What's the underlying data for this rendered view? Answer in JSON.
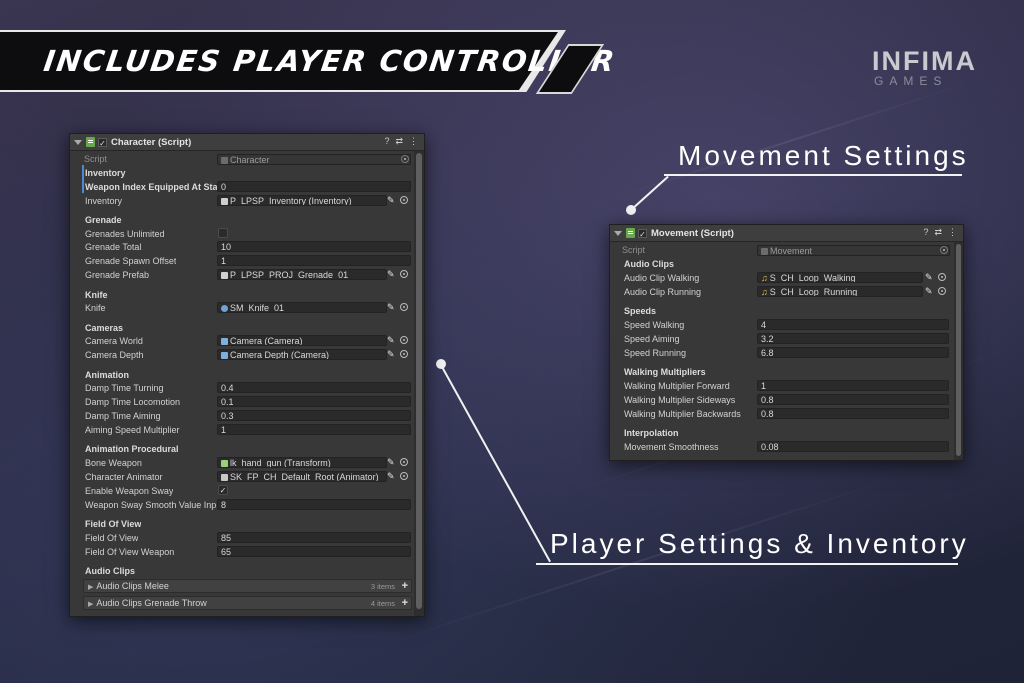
{
  "banner": {
    "title": "INCLUDES PLAYER CONTROLLER"
  },
  "logo": {
    "name": "INFIMA",
    "sub": "GAMES"
  },
  "callouts": {
    "movement": "Movement Settings",
    "player": "Player Settings & Inventory"
  },
  "character": {
    "title": "Character (Script)",
    "script_label": "Script",
    "script_value": "Character",
    "inventory": {
      "header": "Inventory",
      "weapon_index_label": "Weapon Index Equipped At Start",
      "weapon_index_value": "0",
      "inventory_label": "Inventory",
      "inventory_value": "P_LPSP_Inventory (Inventory)"
    },
    "grenade": {
      "header": "Grenade",
      "unlimited_label": "Grenades Unlimited",
      "total_label": "Grenade Total",
      "total_value": "10",
      "spawn_label": "Grenade Spawn Offset",
      "spawn_value": "1",
      "prefab_label": "Grenade Prefab",
      "prefab_value": "P_LPSP_PROJ_Grenade_01"
    },
    "knife": {
      "header": "Knife",
      "knife_label": "Knife",
      "knife_value": "SM_Knife_01"
    },
    "cameras": {
      "header": "Cameras",
      "world_label": "Camera World",
      "world_value": "Camera (Camera)",
      "depth_label": "Camera Depth",
      "depth_value": "Camera Depth (Camera)"
    },
    "animation": {
      "header": "Animation",
      "turning_label": "Damp Time Turning",
      "turning_value": "0.4",
      "locomotion_label": "Damp Time Locomotion",
      "locomotion_value": "0.1",
      "aiming_label": "Damp Time Aiming",
      "aiming_value": "0.3",
      "speed_label": "Aiming Speed Multiplier",
      "speed_value": "1"
    },
    "procedural": {
      "header": "Animation Procedural",
      "bone_label": "Bone Weapon",
      "bone_value": "lk_hand_gun (Transform)",
      "animator_label": "Character Animator",
      "animator_value": "SK_FP_CH_Default_Root (Animator)",
      "sway_label": "Enable Weapon Sway",
      "sway_smooth_label": "Weapon Sway Smooth Value Input",
      "sway_smooth_value": "8"
    },
    "fov": {
      "header": "Field Of View",
      "fov_label": "Field Of View",
      "fov_value": "85",
      "fov_weapon_label": "Field Of View Weapon",
      "fov_weapon_value": "65"
    },
    "audio": {
      "header": "Audio Clips",
      "melee_label": "Audio Clips Melee",
      "melee_count": "3 items",
      "throw_label": "Audio Clips Grenade Throw",
      "throw_count": "4 items"
    }
  },
  "movement": {
    "title": "Movement (Script)",
    "script_label": "Script",
    "script_value": "Movement",
    "audio": {
      "header": "Audio Clips",
      "walking_label": "Audio Clip Walking",
      "walking_value": "S_CH_Loop_Walking",
      "running_label": "Audio Clip Running",
      "running_value": "S_CH_Loop_Running"
    },
    "speeds": {
      "header": "Speeds",
      "walking_label": "Speed Walking",
      "walking_value": "4",
      "aiming_label": "Speed Aiming",
      "aiming_value": "3.2",
      "running_label": "Speed Running",
      "running_value": "6.8"
    },
    "walking": {
      "header": "Walking Multipliers",
      "forward_label": "Walking Multiplier Forward",
      "forward_value": "1",
      "sideways_label": "Walking Multiplier Sideways",
      "sideways_value": "0.8",
      "backwards_label": "Walking Multiplier Backwards",
      "backwards_value": "0.8"
    },
    "interp": {
      "header": "Interpolation",
      "smooth_label": "Movement Smoothness",
      "smooth_value": "0.08"
    }
  },
  "icons": {
    "help": "?",
    "settings": "⇄",
    "menu": "⋮",
    "check": "✓",
    "pencil": "✎",
    "plus": "+"
  },
  "colors": {
    "accent": "#4c8bd1",
    "script_icon": "#6aa84f",
    "panel": "#383838"
  }
}
